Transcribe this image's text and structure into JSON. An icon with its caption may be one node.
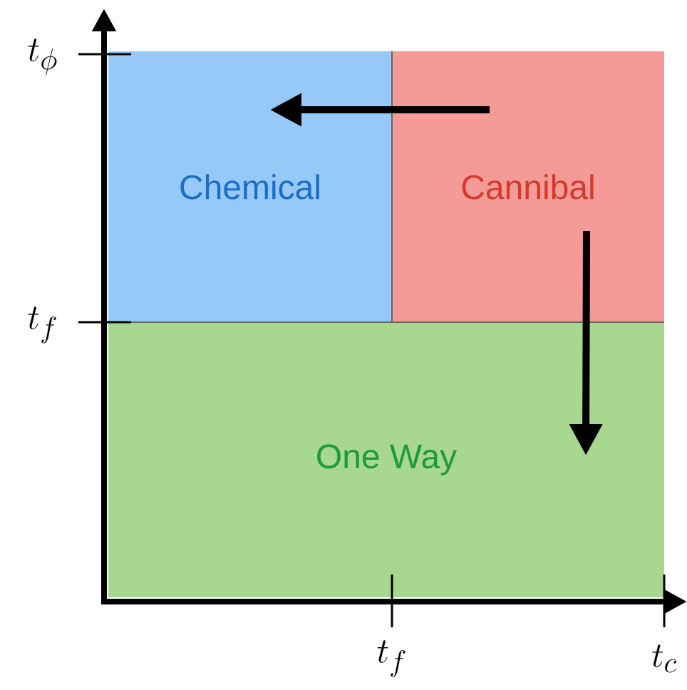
{
  "diagram": {
    "nodes": [
      {
        "text": [
          "Chemical"
        ]
      },
      {
        "text": [
          "Cannibal"
        ]
      },
      {
        "text": [
          "One Way"
        ]
      }
    ],
    "edges": [
      {
        "from": 1,
        "to": 0,
        "arrow": "to"
      },
      {
        "from": 1,
        "to": 2,
        "arrow": "to"
      }
    ],
    "labels": [
      "t_\\phi",
      "t_f",
      "t_f",
      "t_c"
    ]
  }
}
